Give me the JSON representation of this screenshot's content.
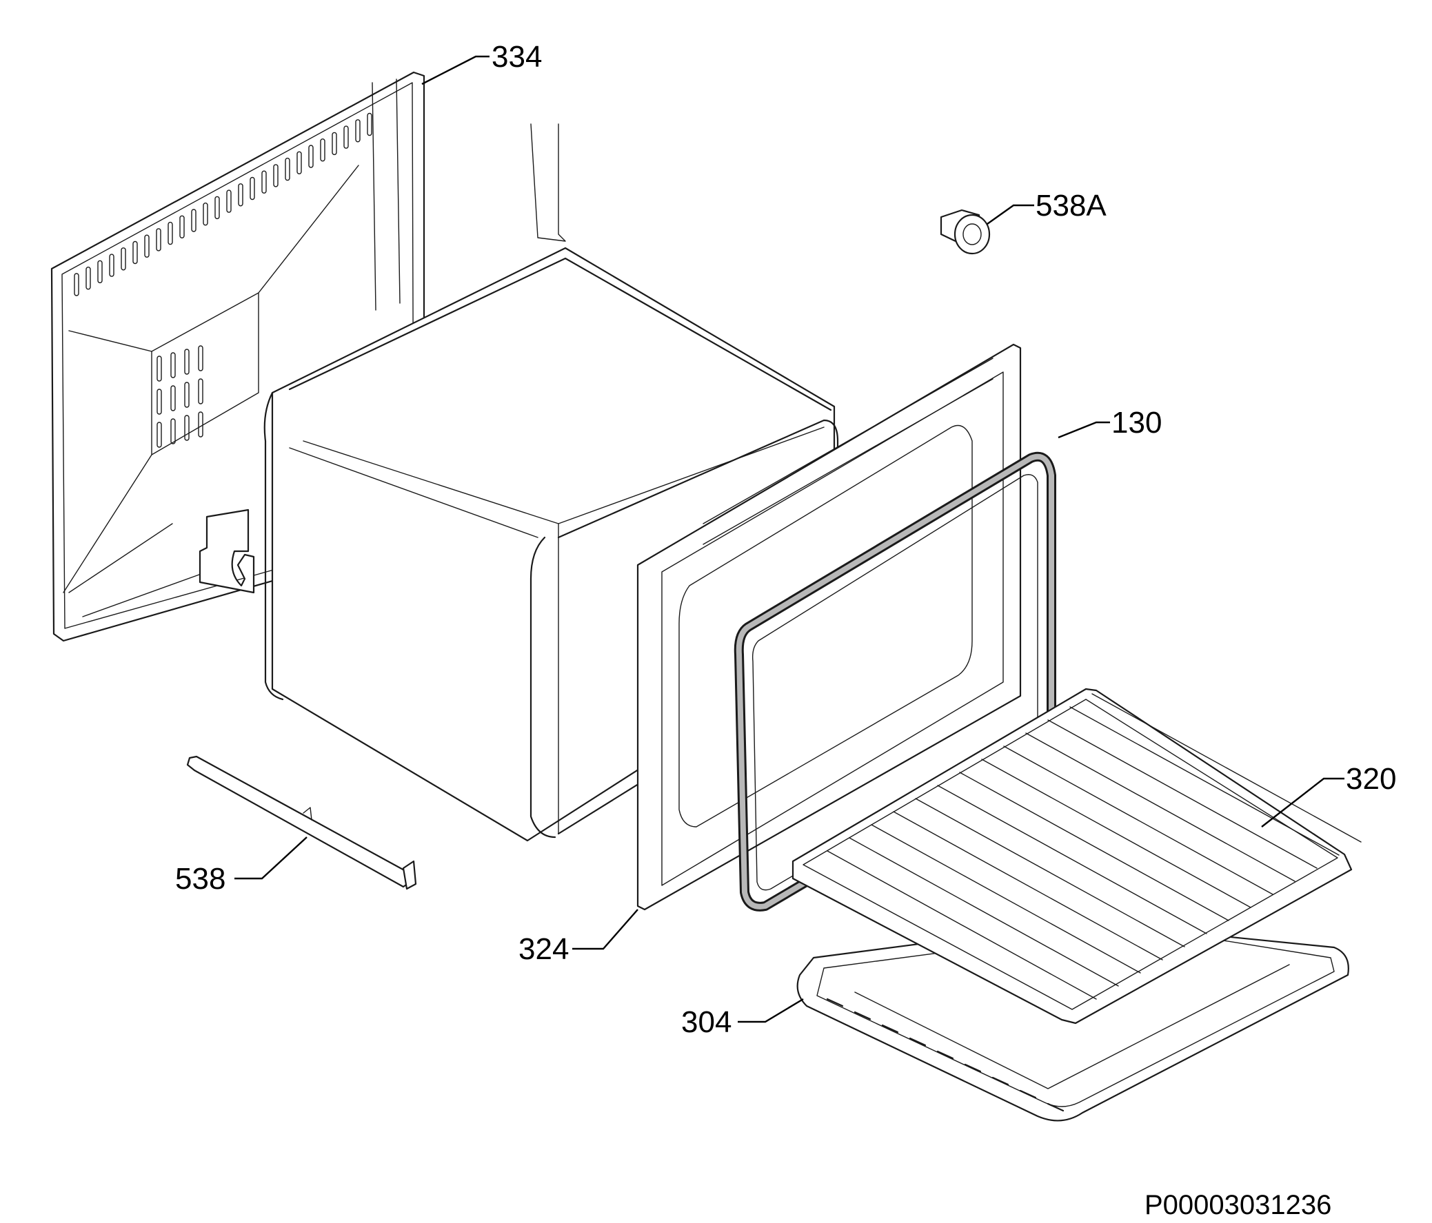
{
  "diagram": {
    "type": "exploded-parts-diagram",
    "parts": [
      {
        "id": "334",
        "label": "334",
        "icon": "rear-panel-icon"
      },
      {
        "id": "538A",
        "label": "538A",
        "icon": "lamp-holder-icon"
      },
      {
        "id": "130",
        "label": "130",
        "icon": "door-gasket-icon"
      },
      {
        "id": "320",
        "label": "320",
        "icon": "wire-shelf-icon"
      },
      {
        "id": "538",
        "label": "538",
        "icon": "rail-icon"
      },
      {
        "id": "324",
        "label": "324",
        "icon": "front-frame-icon"
      },
      {
        "id": "304",
        "label": "304",
        "icon": "baking-tray-icon"
      }
    ],
    "drawing_code": "P00003031236"
  }
}
